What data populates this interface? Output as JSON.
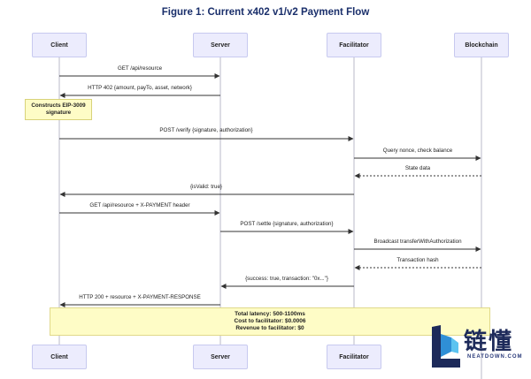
{
  "title": "Figure 1: Current x402 v1/v2 Payment Flow",
  "actors": [
    "Client",
    "Server",
    "Facilitator",
    "Blockchain"
  ],
  "messages": [
    {
      "from": 0,
      "to": 1,
      "label": "GET /api/resource",
      "dashed": false
    },
    {
      "from": 1,
      "to": 0,
      "label": "HTTP 402 {amount, payTo, asset, network}",
      "dashed": false
    },
    {
      "from": 0,
      "to": 2,
      "label": "POST /verify {signature, authorization}",
      "dashed": false
    },
    {
      "from": 2,
      "to": 3,
      "label": "Query nonce, check balance",
      "dashed": false
    },
    {
      "from": 3,
      "to": 2,
      "label": "State data",
      "dashed": true
    },
    {
      "from": 2,
      "to": 0,
      "label": "{isValid: true}",
      "dashed": false
    },
    {
      "from": 0,
      "to": 1,
      "label": "GET /api/resource + X-PAYMENT header",
      "dashed": false
    },
    {
      "from": 1,
      "to": 2,
      "label": "POST /settle {signature, authorization}",
      "dashed": false
    },
    {
      "from": 2,
      "to": 3,
      "label": "Broadcast transferWithAuthorization",
      "dashed": false
    },
    {
      "from": 3,
      "to": 2,
      "label": "Transaction hash",
      "dashed": true
    },
    {
      "from": 2,
      "to": 1,
      "label": "{success: true, transaction: \"0x...\"}",
      "dashed": false
    },
    {
      "from": 1,
      "to": 0,
      "label": "HTTP 200 + resource + X-PAYMENT-RESPONSE",
      "dashed": false
    }
  ],
  "note_client": {
    "line1": "Constructs EIP-3009",
    "line2": "signature"
  },
  "summary": {
    "line1": "Total latency: 500-1100ms",
    "line2": "Cost to facilitator: $0.0006",
    "line3": "Revenue to facilitator: $0"
  },
  "watermark": {
    "cn": "链懂",
    "en": "NEATDOWN.COM"
  },
  "colors": {
    "actor_fill": "#ececfd",
    "note_fill": "#fefcc6",
    "line": "#333333",
    "title": "#1a2f6b"
  }
}
